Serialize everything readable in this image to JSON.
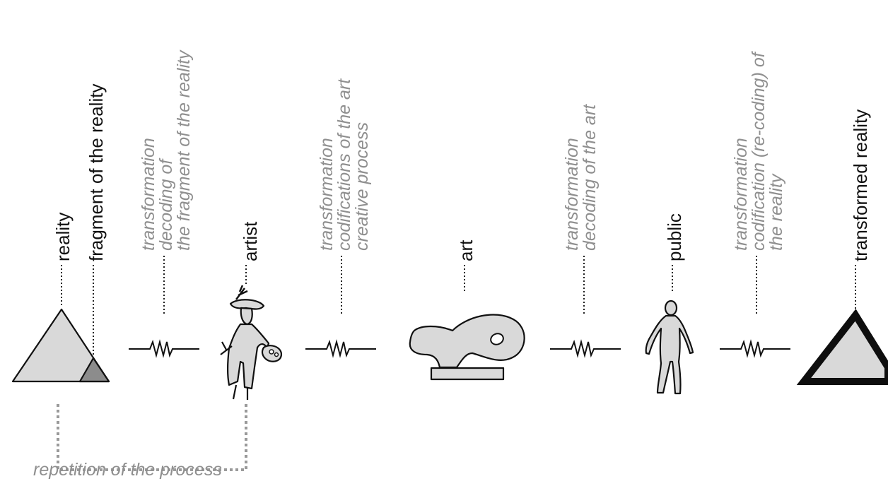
{
  "labels": {
    "reality": "reality",
    "fragment": "fragment of the reality",
    "t1": [
      "transformation",
      "decoding of",
      "the fragment of the reality"
    ],
    "artist": "artist",
    "t2": [
      "transformation",
      "codifications of the art",
      "creative process"
    ],
    "art": "art",
    "t3": [
      "transformation",
      "decoding of the art"
    ],
    "public": "public",
    "t4": [
      "transformation",
      "codification (re-coding) of",
      "the reality"
    ],
    "transformed": "transformed reality"
  },
  "caption": "repetition of the process",
  "colors": {
    "black_text": "#111111",
    "gray_text": "#8f8f8f",
    "figure_fill": "#d9d9d9",
    "fragment_fill": "#8c8c8c",
    "loop_line": "#9a9a9a"
  }
}
